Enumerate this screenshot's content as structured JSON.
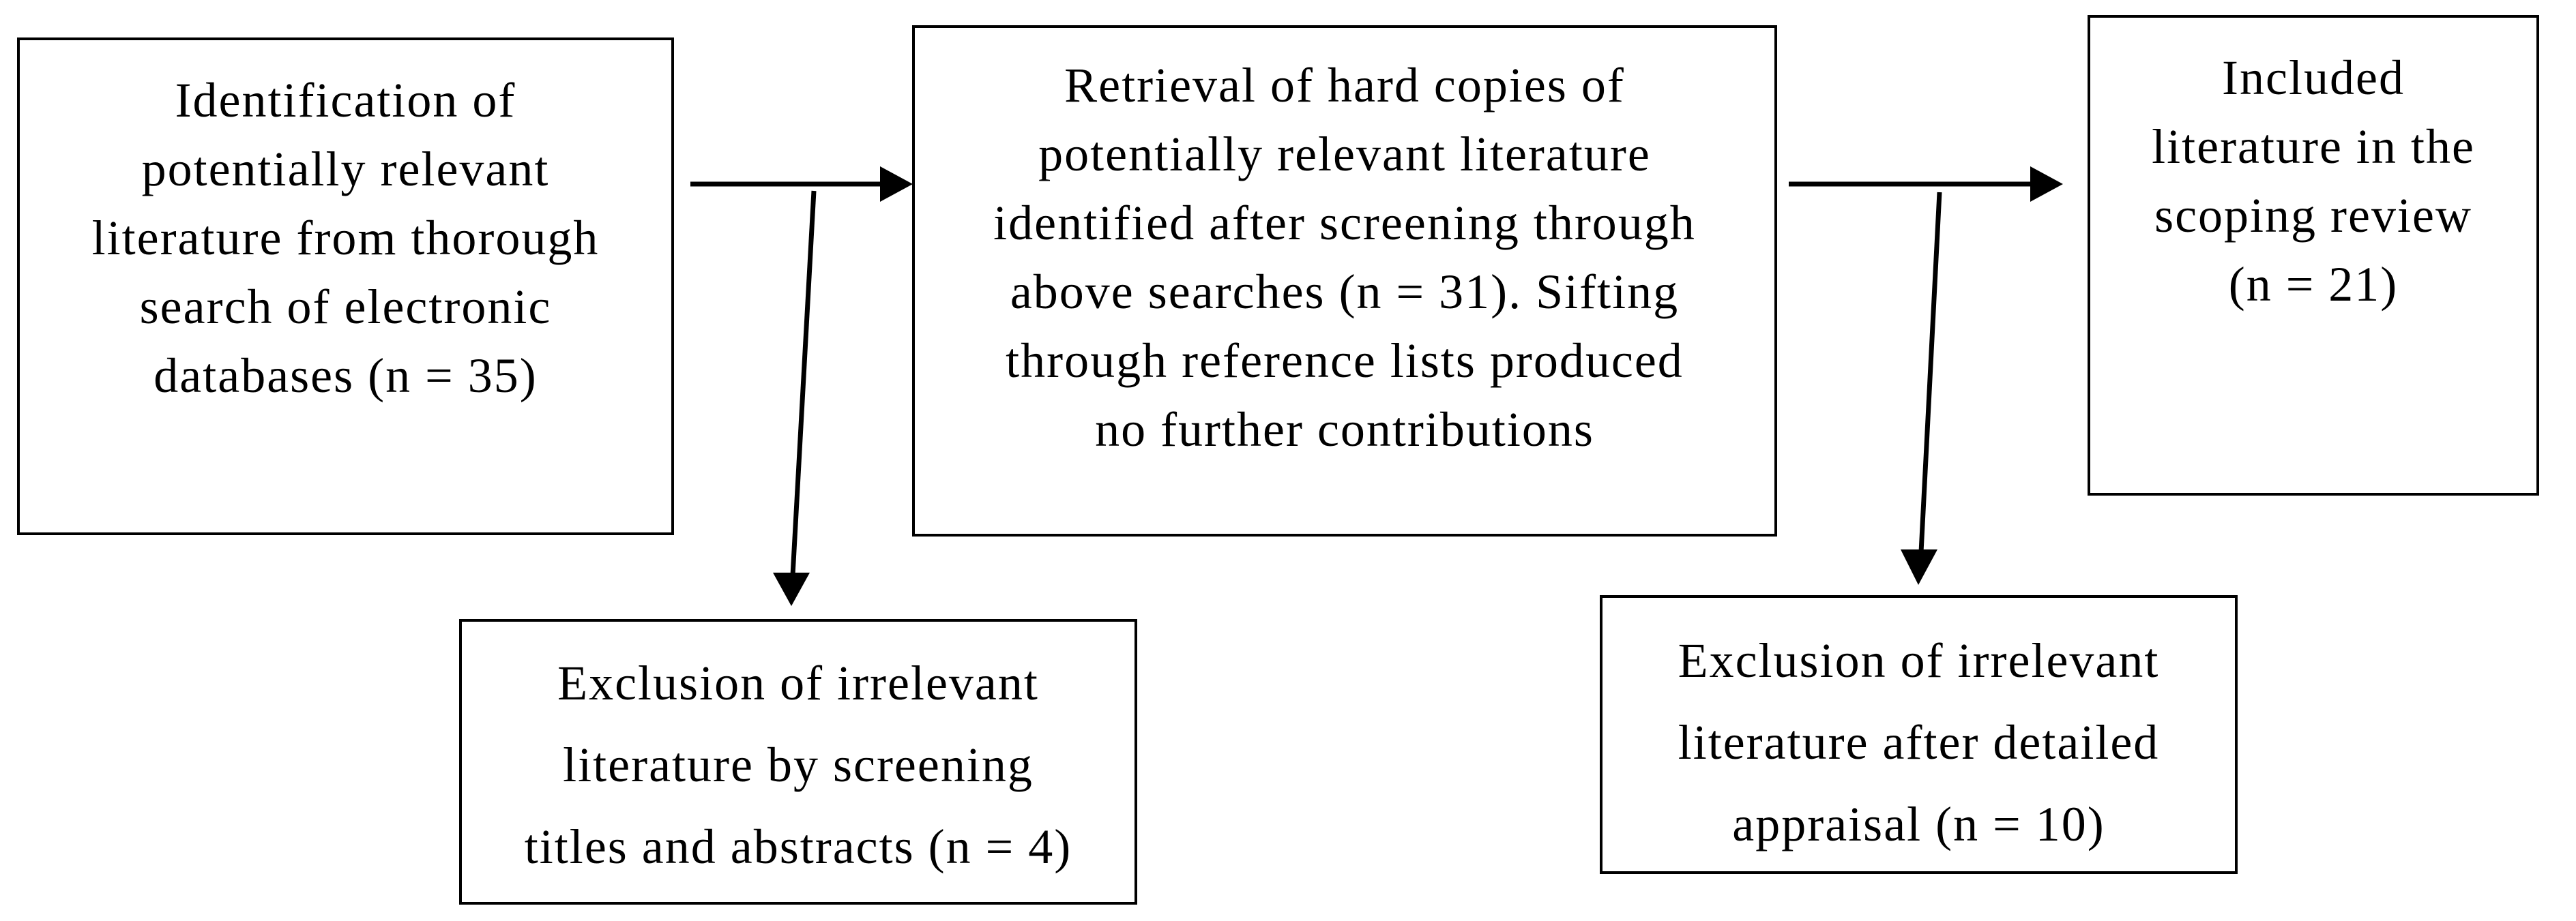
{
  "diagram": {
    "type": "flowchart",
    "background_color": "#ffffff",
    "line_color": "#000000",
    "text_color": "#000000",
    "boxes": {
      "identification": {
        "text": "Identification of\npotentially relevant\nliterature from thorough\nsearch of electronic\ndatabases (n = 35)",
        "count": 35
      },
      "retrieval": {
        "text": "Retrieval of hard copies of\npotentially relevant literature\nidentified after screening through\nabove searches (n = 31). Sifting\nthrough reference lists produced\nno further contributions",
        "count": 31
      },
      "included": {
        "text": "Included\nliterature in the\nscoping review\n(n = 21)",
        "count": 21
      },
      "exclusion_screening": {
        "text": "Exclusion of irrelevant\nliterature by screening\ntitles and abstracts (n = 4)",
        "count": 4
      },
      "exclusion_appraisal": {
        "text": "Exclusion of irrelevant\nliterature after detailed\nappraisal (n = 10)",
        "count": 10
      }
    },
    "arrows": [
      {
        "from": "identification",
        "to": "retrieval",
        "direction": "right"
      },
      {
        "from": "identification",
        "to": "exclusion_screening",
        "direction": "down"
      },
      {
        "from": "retrieval",
        "to": "included",
        "direction": "right"
      },
      {
        "from": "retrieval",
        "to": "exclusion_appraisal",
        "direction": "down"
      }
    ]
  }
}
